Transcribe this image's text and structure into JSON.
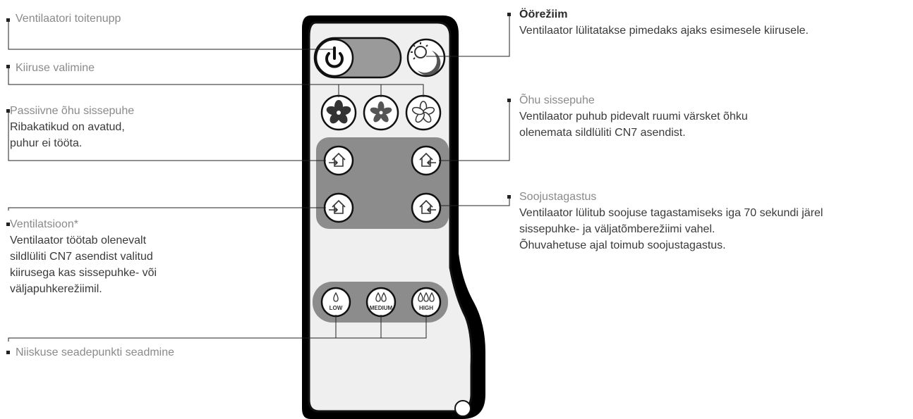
{
  "labels": {
    "power": "Ventilaatori toitenupp",
    "speed": "Kiiruse valimine",
    "passive_title": "Passiivne õhu sissepuhe",
    "passive_line1": "Ribakatikud on avatud,",
    "passive_line2": "puhur ei tööta.",
    "vent_title": "Ventilatsioon*",
    "vent_line1": "Ventilaator töötab olenevalt",
    "vent_line2": "sildlüliti CN7 asendist valitud",
    "vent_line3": "kiirusega kas sissepuhke- või",
    "vent_line4": "väljapuhkerežiimil.",
    "humidity": "Niiskuse seadepunkti seadmine",
    "night_title": "Öörežiim",
    "night_line1": "Ventilaator lülitatakse pimedaks ajaks esimesele kiirusele.",
    "supply_title": "Õhu sissepuhe",
    "supply_line1": "Ventilaator puhub pidevalt ruumi värsket õhku",
    "supply_line2": "olenemata sildlüliti CN7 asendist.",
    "recovery_title": "Soojustagastus",
    "recovery_line1": "Ventilaator lülitub soojuse tagastamiseks iga 70 sekundi järel",
    "recovery_line2": "sissepuhke- ja väljatõmberežiimi vahel.",
    "recovery_line3": "Õhuvahetuse ajal toimub soojustagastus."
  },
  "humidity_buttons": {
    "low": "LOW",
    "medium": "MEDIUM",
    "high": "HIGH"
  },
  "colors": {
    "remote_body": "#efefef",
    "panel": "#8c8c8c",
    "button_fill": "#ffffff",
    "outline": "#111111"
  },
  "icons": [
    "power-icon",
    "night-mode-icon",
    "fan-icon",
    "house-arrow-icon",
    "drop-icon"
  ]
}
